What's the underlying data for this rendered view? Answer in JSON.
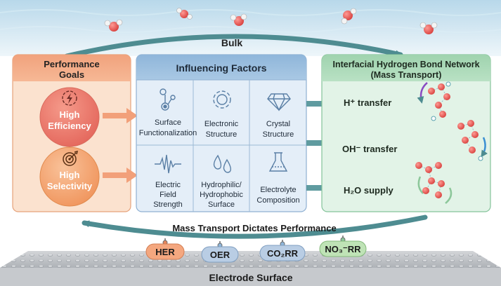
{
  "bulk_label": "Bulk",
  "performance_goals": {
    "title_line1": "Performance",
    "title_line2": "Goals",
    "goals": [
      {
        "line1": "High",
        "line2": "Efficiency",
        "icon": "lightning-icon"
      },
      {
        "line1": "High",
        "line2": "Selectivity",
        "icon": "target-icon"
      }
    ]
  },
  "influencing_factors": {
    "title": "Influencing Factors",
    "cells": [
      {
        "lines": [
          "Surface",
          "Functionalization"
        ],
        "icon": "molecule-icon"
      },
      {
        "lines": [
          "Electronic",
          "Structure"
        ],
        "icon": "gear-icon"
      },
      {
        "lines": [
          "Crystal",
          "Structure"
        ],
        "icon": "diamond-icon"
      },
      {
        "lines": [
          "Electric",
          "Field",
          "Strength"
        ],
        "icon": "waveform-icon"
      },
      {
        "lines": [
          "Hydrophilic/",
          "Hydrophobic",
          "Surface"
        ],
        "icon": "droplets-icon"
      },
      {
        "lines": [
          "Electrolyte",
          "Composition"
        ],
        "icon": "flask-icon"
      }
    ]
  },
  "hydrogen_network": {
    "title_line1": "Interfacial Hydrogen Bond Network",
    "title_line2": "(Mass Transport)",
    "items": [
      {
        "label": "H⁺ transfer"
      },
      {
        "label": "OH⁻ transfer"
      },
      {
        "label": "H₂O supply"
      }
    ]
  },
  "bottom_arc_label": "Mass Transport Dictates Performance",
  "reactions": [
    {
      "label": "HER",
      "color": "#f4a77f"
    },
    {
      "label": "OER",
      "color": "#b9cde4"
    },
    {
      "label": "CO₂RR",
      "color": "#b9cde4"
    },
    {
      "label": "NO₃⁻RR",
      "color": "#bfe3b6"
    }
  ],
  "electrode_label": "Electrode Surface",
  "colors": {
    "orange_panel": "#f7c9a6",
    "blue_panel": "#b9d4ec",
    "green_panel": "#bfe5cb",
    "arrow_teal": "#4e8c91",
    "water_oxygen": "#e45b5b"
  }
}
